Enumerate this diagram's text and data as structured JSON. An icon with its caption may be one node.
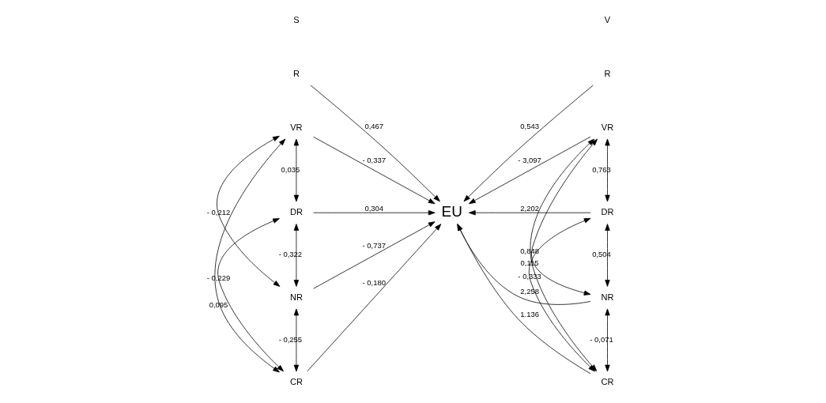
{
  "diagram": {
    "nodes": [
      {
        "text": [
          "EU"
        ]
      },
      {
        "text": [
          "R"
        ]
      },
      {
        "text": [
          "VR"
        ]
      },
      {
        "text": [
          "DR"
        ]
      },
      {
        "text": [
          "NR"
        ]
      },
      {
        "text": [
          "CR"
        ]
      },
      {
        "text": [
          "R"
        ]
      },
      {
        "text": [
          "VR"
        ]
      },
      {
        "text": [
          "DR"
        ]
      },
      {
        "text": [
          "NR"
        ]
      },
      {
        "text": [
          "CR"
        ]
      }
    ],
    "edges": [
      {
        "from": 1,
        "to": 0,
        "arrow": "to",
        "label": "0,467"
      },
      {
        "from": 2,
        "to": 0,
        "arrow": "to",
        "label": "- 0,337"
      },
      {
        "from": 3,
        "to": 0,
        "arrow": "to",
        "label": "0,304"
      },
      {
        "from": 4,
        "to": 0,
        "arrow": "to",
        "label": "- 0,737"
      },
      {
        "from": 5,
        "to": 0,
        "arrow": "to",
        "label": "- 0,180"
      },
      {
        "from": 2,
        "to": 3,
        "arrow": "both",
        "label": "0,035"
      },
      {
        "from": 2,
        "to": 4,
        "arrow": "both",
        "label": "- 0,212"
      },
      {
        "from": 2,
        "to": 5,
        "arrow": "both",
        "label": "0,095"
      },
      {
        "from": 3,
        "to": 4,
        "arrow": "both",
        "label": "- 0,322"
      },
      {
        "from": 3,
        "to": 5,
        "arrow": "both",
        "label": "- 0,229"
      },
      {
        "from": 4,
        "to": 5,
        "arrow": "both",
        "label": "- 0,255"
      },
      {
        "from": 6,
        "to": 0,
        "arrow": "to",
        "label": "0,543"
      },
      {
        "from": 7,
        "to": 0,
        "arrow": "to",
        "label": "- 3,097"
      },
      {
        "from": 8,
        "to": 0,
        "arrow": "to",
        "label": "2,202"
      },
      {
        "from": 9,
        "to": 0,
        "arrow": "to",
        "label": "2,258"
      },
      {
        "from": 10,
        "to": 0,
        "arrow": "to",
        "label": "1.136"
      },
      {
        "from": 7,
        "to": 8,
        "arrow": "both",
        "label": "0,763"
      },
      {
        "from": 7,
        "to": 9,
        "arrow": "both",
        "label": "0,848"
      },
      {
        "from": 7,
        "to": 10,
        "arrow": "both",
        "label": "0,115"
      },
      {
        "from": 8,
        "to": 9,
        "arrow": "both",
        "label": "0,504"
      },
      {
        "from": 8,
        "to": 10,
        "arrow": "both",
        "label": "- 0,333"
      },
      {
        "from": 9,
        "to": 10,
        "arrow": "both",
        "label": "- 0,071"
      }
    ],
    "labels": [
      "S",
      "V"
    ]
  }
}
